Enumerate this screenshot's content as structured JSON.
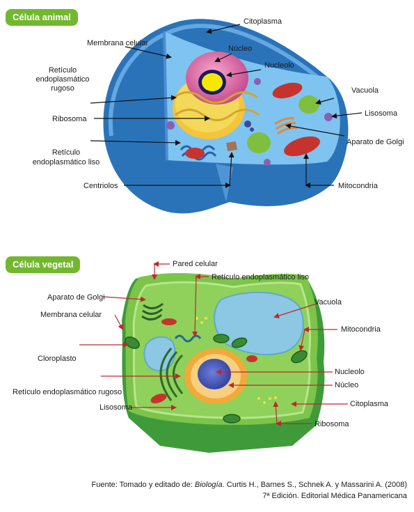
{
  "animal": {
    "title": "Célula animal",
    "labels": {
      "citoplasma": "Citoplasma",
      "membrana": "Membrana celular",
      "nucleo": "Núcleo",
      "nucleolo": "Nucleolo",
      "reticulo_rugoso_1": "Retículo",
      "reticulo_rugoso_2": "endoplasmático",
      "reticulo_rugoso_3": "rugoso",
      "vacuola": "Vacuola",
      "lisosoma": "Lisosoma",
      "ribosoma": "Ribosoma",
      "golgi": "Aparato de Golgi",
      "reticulo_liso_1": "Retículo",
      "reticulo_liso_2": "endoplasmático liso",
      "centriolos": "Centriolos",
      "mitocondria": "Mitocondria"
    }
  },
  "vegetal": {
    "title": "Célula vegetal",
    "labels": {
      "pared": "Pared celular",
      "reticulo_liso": "Retículo endoplasmático liso",
      "golgi": "Aparato de Golgi",
      "membrana": "Membrana celular",
      "vacuola": "Vacuola",
      "mitocondria": "Mitocondria",
      "cloroplasto": "Cloroplasto",
      "nucleolo": "Nucleolo",
      "reticulo_rugoso": "Retículo endoplasmático rugoso",
      "nucleo": "Núcleo",
      "lisosoma": "Lisosoma",
      "citoplasma": "Citoplasma",
      "ribosoma": "Ribosoma"
    }
  },
  "source": {
    "prefix": "Fuente: Tomado y editado de: ",
    "book": "Biología",
    "rest": ". Curtis H., Barnes S., Schnek A. y Massarini A. (2008)",
    "line2": "7ª Edición. Editorial Médica Panamericana"
  },
  "colors": {
    "badge": "#72b82e",
    "animal_leader": "#111111",
    "vegetal_leader": "#c0262c"
  }
}
